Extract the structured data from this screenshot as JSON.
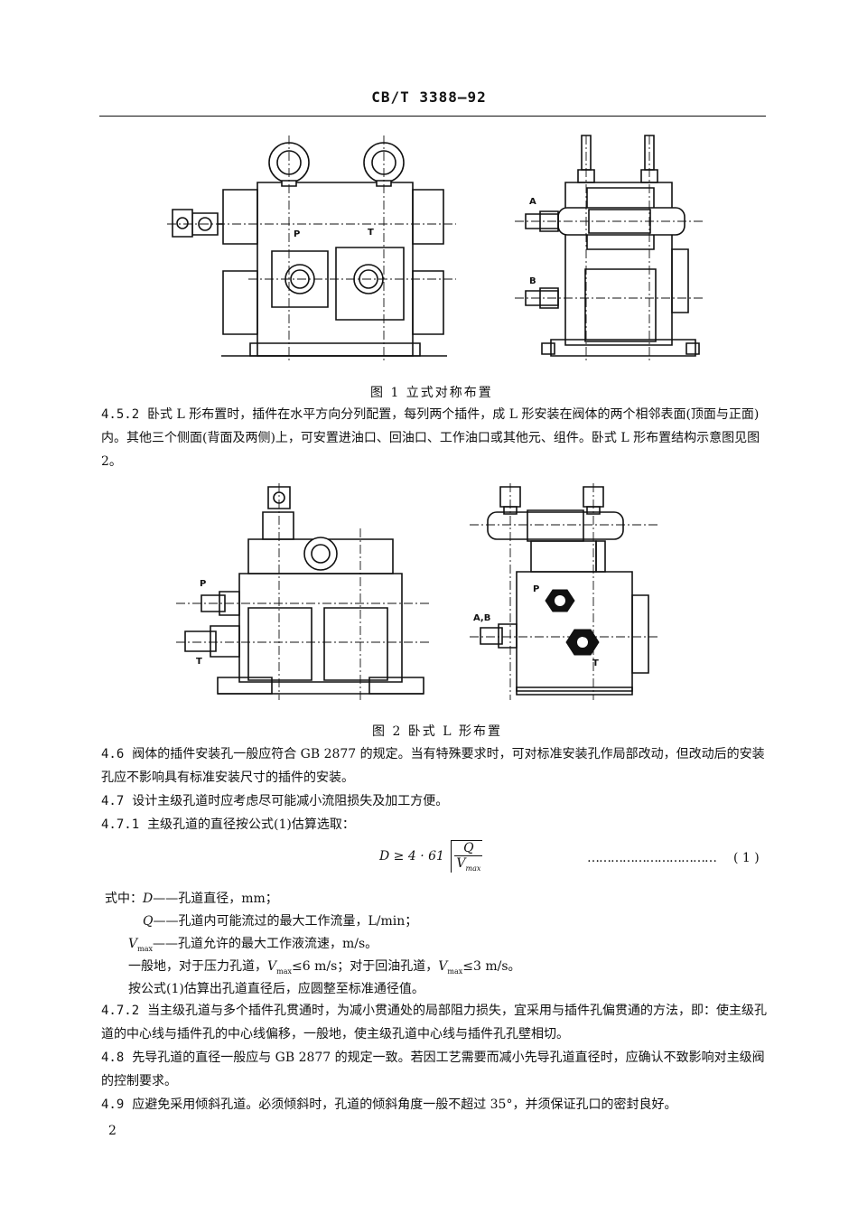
{
  "header": {
    "standard_no": "CB/T  3388—92"
  },
  "figure1": {
    "caption": "图 1   立式对称布置",
    "labels": {
      "p": "P",
      "t": "T",
      "a": "A",
      "b": "B"
    }
  },
  "section_4_5_2": {
    "number": "4.5.2",
    "text": "卧式 L 形布置时，插件在水平方向分列配置，每列两个插件，成 L 形安装在阀体的两个相邻表面(顶面与正面)内。其他三个侧面(背面及两侧)上，可安置进油口、回油口、工作油口或其他元、组件。卧式 L 形布置结构示意图见图 2。"
  },
  "figure2": {
    "caption": "图 2   卧式 L 形布置",
    "labels": {
      "p_left": "P",
      "t_left": "T",
      "ab": "A,B",
      "p_right": "P",
      "t_right": "T"
    }
  },
  "section_4_6": {
    "number": "4.6",
    "text": "阀体的插件安装孔一般应符合 GB 2877 的规定。当有特殊要求时，可对标准安装孔作局部改动，但改动后的安装孔应不影响具有标准安装尺寸的插件的安装。"
  },
  "section_4_7": {
    "number": "4.7",
    "text": "设计主级孔道时应考虑尽可能减小流阻损失及加工方便。"
  },
  "section_4_7_1": {
    "number": "4.7.1",
    "text": "主级孔道的直径按公式(1)估算选取：",
    "formula": {
      "lhs": "D ≥ 4 · 61",
      "numerator": "Q",
      "denominator": "V",
      "denominator_sub": "max",
      "leader": "……………………………",
      "number": "( 1 )"
    },
    "where_intro": "式中：",
    "definitions": [
      {
        "symbol": "D",
        "sub": "",
        "dash": "——",
        "text": "孔道直径，mm；"
      },
      {
        "symbol": "Q",
        "sub": "",
        "dash": "——",
        "text": "孔道内可能流过的最大工作流量，L/min；"
      },
      {
        "symbol": "V",
        "sub": "max",
        "dash": "——",
        "text": "孔道允许的最大工作液流速，m/s。"
      }
    ],
    "note1": {
      "pre": "一般地，对于压力孔道，",
      "v1": "V",
      "v1_sub": "max",
      "mid": "≤6 m/s；对于回油孔道，",
      "v2": "V",
      "v2_sub": "max",
      "post": "≤3 m/s。"
    },
    "note2": "按公式(1)估算出孔道直径后，应圆整至标准通径值。"
  },
  "section_4_7_2": {
    "number": "4.7.2",
    "text": "当主级孔道与多个插件孔贯通时，为减小贯通处的局部阻力损失，宜采用与插件孔偏贯通的方法，即：使主级孔道的中心线与插件孔的中心线偏移，一般地，使主级孔道中心线与插件孔孔壁相切。"
  },
  "section_4_8": {
    "number": "4.8",
    "text": "先导孔道的直径一般应与 GB 2877 的规定一致。若因工艺需要而减小先导孔道直径时，应确认不致影响对主级阀的控制要求。"
  },
  "section_4_9": {
    "number": "4.9",
    "text": "应避免采用倾斜孔道。必须倾斜时，孔道的倾斜角度一般不超过 35°，并须保证孔口的密封良好。"
  },
  "page_number": "2"
}
